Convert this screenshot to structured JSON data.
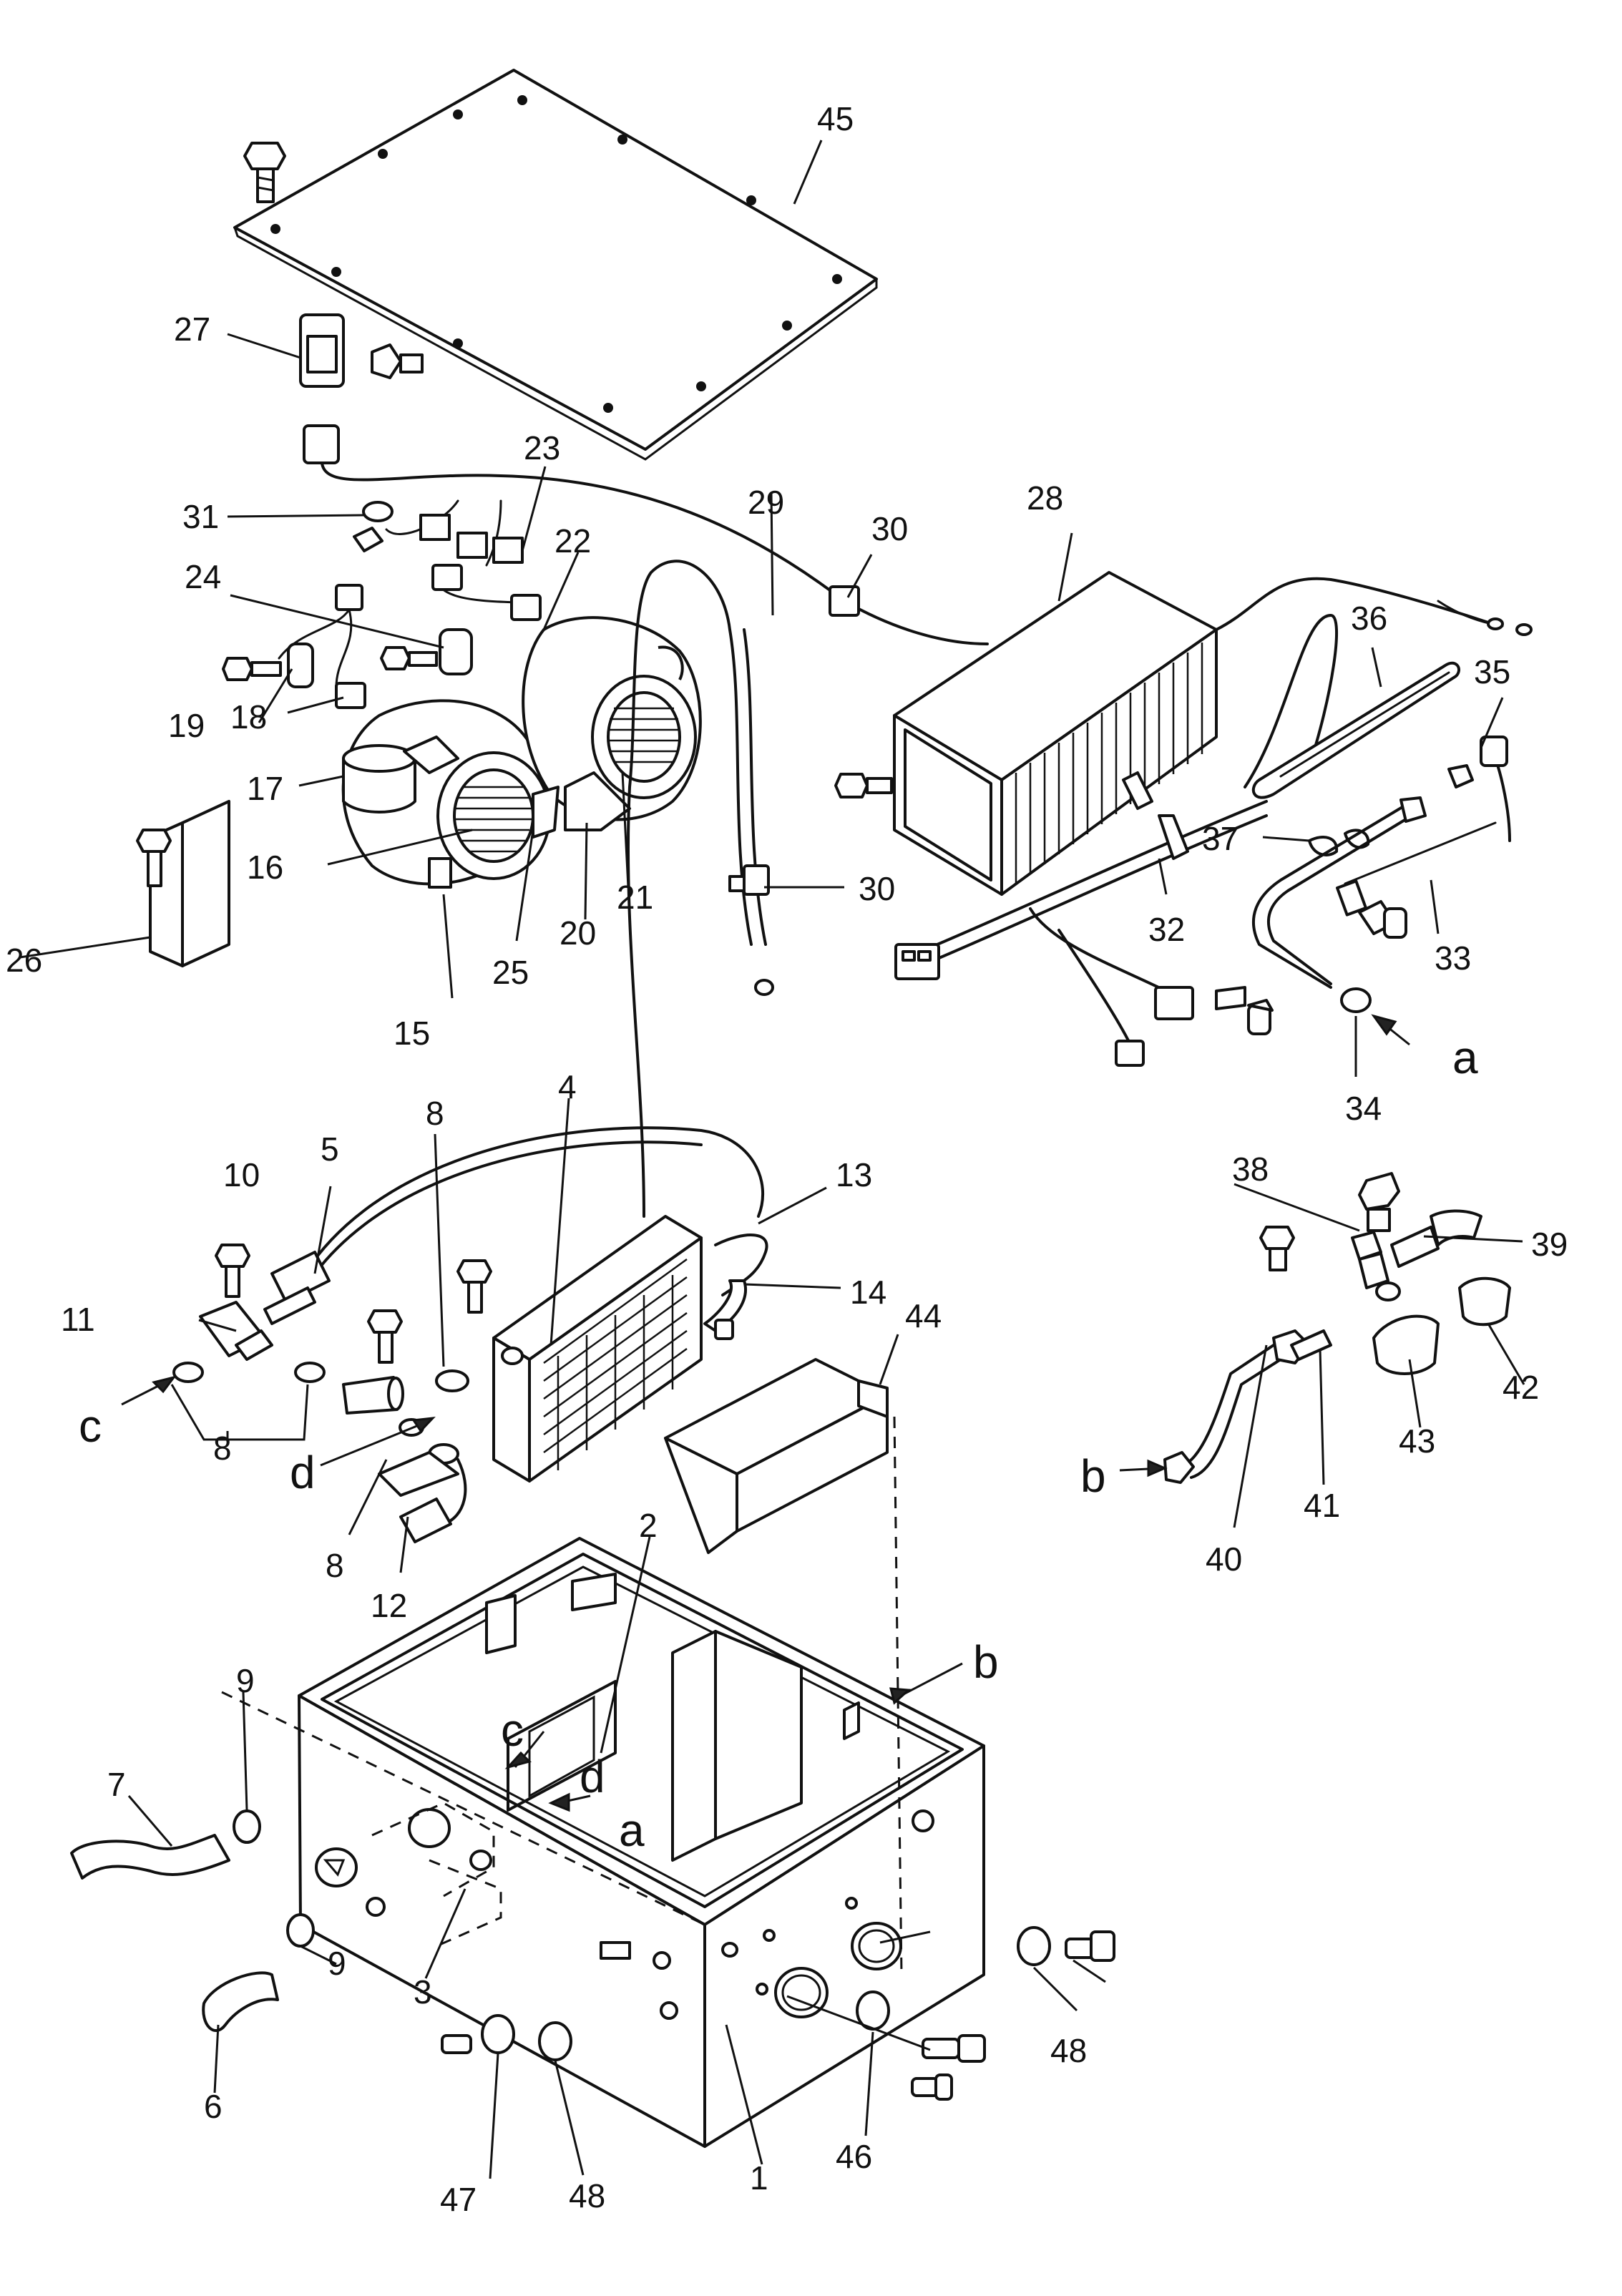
{
  "part_labels": {
    "p1": "1",
    "p2": "2",
    "p3": "3",
    "p4": "4",
    "p5": "5",
    "p6": "6",
    "p7": "7",
    "p8": "8",
    "p9": "9",
    "p10": "10",
    "p11": "11",
    "p12": "12",
    "p13": "13",
    "p14": "14",
    "p15": "15",
    "p16": "16",
    "p17": "17",
    "p18": "18",
    "p19": "19",
    "p20": "20",
    "p21": "21",
    "p22": "22",
    "p23": "23",
    "p24": "24",
    "p25": "25",
    "p26": "26",
    "p27": "27",
    "p28": "28",
    "p29": "29",
    "p30": "30",
    "p31": "31",
    "p32": "32",
    "p33": "33",
    "p34": "34",
    "p35": "35",
    "p36": "36",
    "p37": "37",
    "p38": "38",
    "p39": "39",
    "p40": "40",
    "p41": "41",
    "p42": "42",
    "p43": "43",
    "p44": "44",
    "p45": "45",
    "p46": "46",
    "p47": "47",
    "p48": "48"
  },
  "reference_letters": {
    "a": "a",
    "b": "b",
    "c": "c",
    "d": "d"
  }
}
